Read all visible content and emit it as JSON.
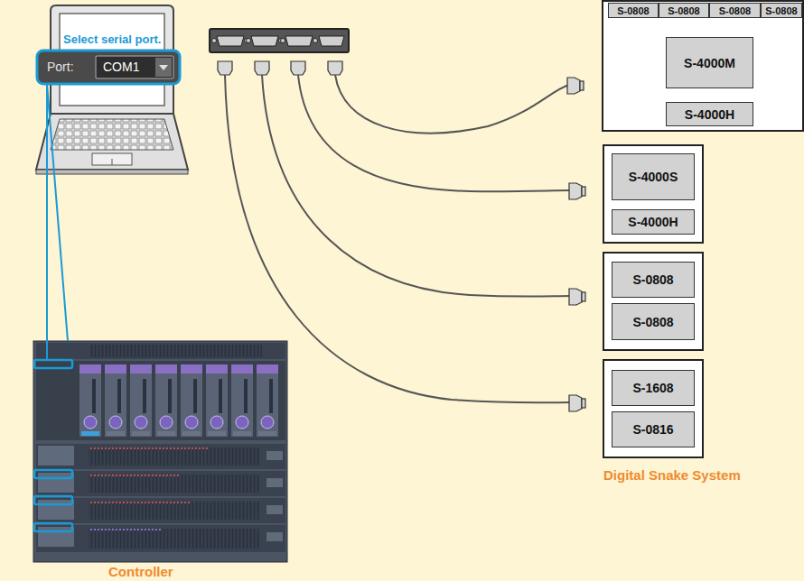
{
  "diagram": {
    "nodes": [
      {
        "text": []
      },
      {
        "text": [
          "S-0808"
        ],
        "in": 0
      },
      {
        "text": [
          "S-0808"
        ],
        "in": 0
      },
      {
        "text": [
          "S-0808"
        ],
        "in": 0
      },
      {
        "text": [
          "S-0808"
        ],
        "in": 0
      },
      {
        "text": [
          "S-4000M"
        ],
        "in": 0
      },
      {
        "text": [
          "S-4000H"
        ],
        "in": 0
      },
      {
        "text": []
      },
      {
        "text": [
          "S-4000S"
        ],
        "in": 7
      },
      {
        "text": [
          "S-4000H"
        ],
        "in": 7
      },
      {
        "text": []
      },
      {
        "text": [
          "S-0808"
        ],
        "in": 10
      },
      {
        "text": [
          "S-0808"
        ],
        "in": 10
      },
      {
        "text": []
      },
      {
        "text": [
          "S-1608"
        ],
        "in": 13
      },
      {
        "text": [
          "S-0816"
        ],
        "in": 13
      }
    ],
    "edges": [
      {
        "from": 1,
        "to": 5,
        "arrow": "none"
      },
      {
        "from": 2,
        "to": 5,
        "arrow": "none"
      },
      {
        "from": 3,
        "to": 5,
        "arrow": "none"
      },
      {
        "from": 4,
        "to": 5,
        "arrow": "none"
      },
      {
        "from": 5,
        "to": 6,
        "arrow": "none"
      },
      {
        "from": 8,
        "to": 9,
        "arrow": "none"
      },
      {
        "from": 14,
        "to": 15,
        "arrow": "none"
      }
    ],
    "labels": [
      "Select serial port.",
      "Port:",
      "COM1",
      "Digital Snake System",
      "Controller"
    ]
  }
}
